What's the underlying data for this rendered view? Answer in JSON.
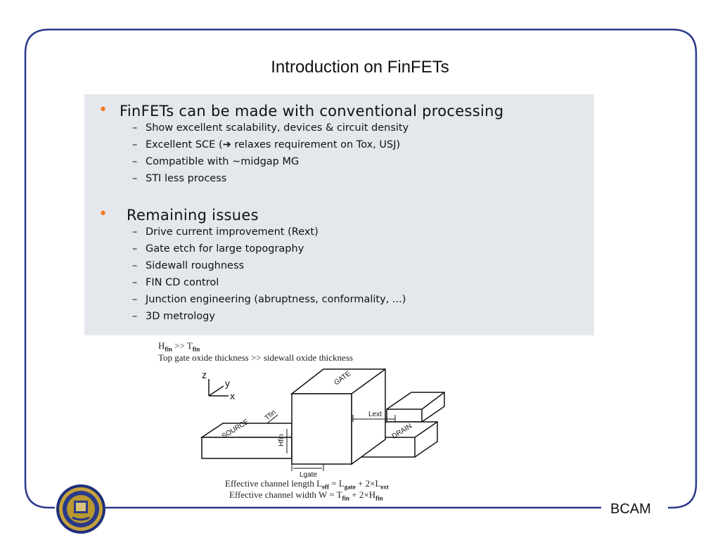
{
  "slide": {
    "title": "Introduction on FinFETs",
    "footer": "BCAM",
    "accent_color": "#f07a1f",
    "frame_color": "#2b3a8c"
  },
  "bullets": [
    {
      "text": "FinFETs can be made with conventional processing",
      "sub": [
        "Show excellent scalability, devices & circuit density",
        "Excellent SCE (➔ relaxes requirement on Tox, USJ)",
        "Compatible with ~midgap MG",
        "STI less process"
      ]
    },
    {
      "text": "Remaining issues",
      "sub": [
        "Drive current improvement (Rext)",
        "Gate etch for large topography",
        "Sidewall roughness",
        "FIN CD control",
        "Junction engineering (abruptness, conformality, ...)",
        "3D metrology"
      ]
    }
  ],
  "figure": {
    "relation_top": {
      "a": "H",
      "a_sub": "fin",
      "op": " >> ",
      "b": "T",
      "b_sub": "fin"
    },
    "relation_line2": "Top gate oxide thickness >> sidewall oxide thickness",
    "labels": {
      "gate": "GATE",
      "source": "SOURCE",
      "drain": "DRAIN",
      "tfin": "Tfin",
      "hfin": "Hfin",
      "lgate": "Lgate",
      "lext": "Lext",
      "axis_z": "z",
      "axis_y": "y",
      "axis_x": "x"
    },
    "eq1": {
      "pre": "Effective channel length L",
      "s1": "eff",
      "mid": " = L",
      "s2": "gate",
      "post": " + 2×L",
      "s3": "ext"
    },
    "eq2": {
      "pre": "Effective channel width W = T",
      "s1": "fin",
      "post": " + 2×H",
      "s2": "fin"
    }
  },
  "seal": {
    "icon": "university-seal-icon"
  }
}
